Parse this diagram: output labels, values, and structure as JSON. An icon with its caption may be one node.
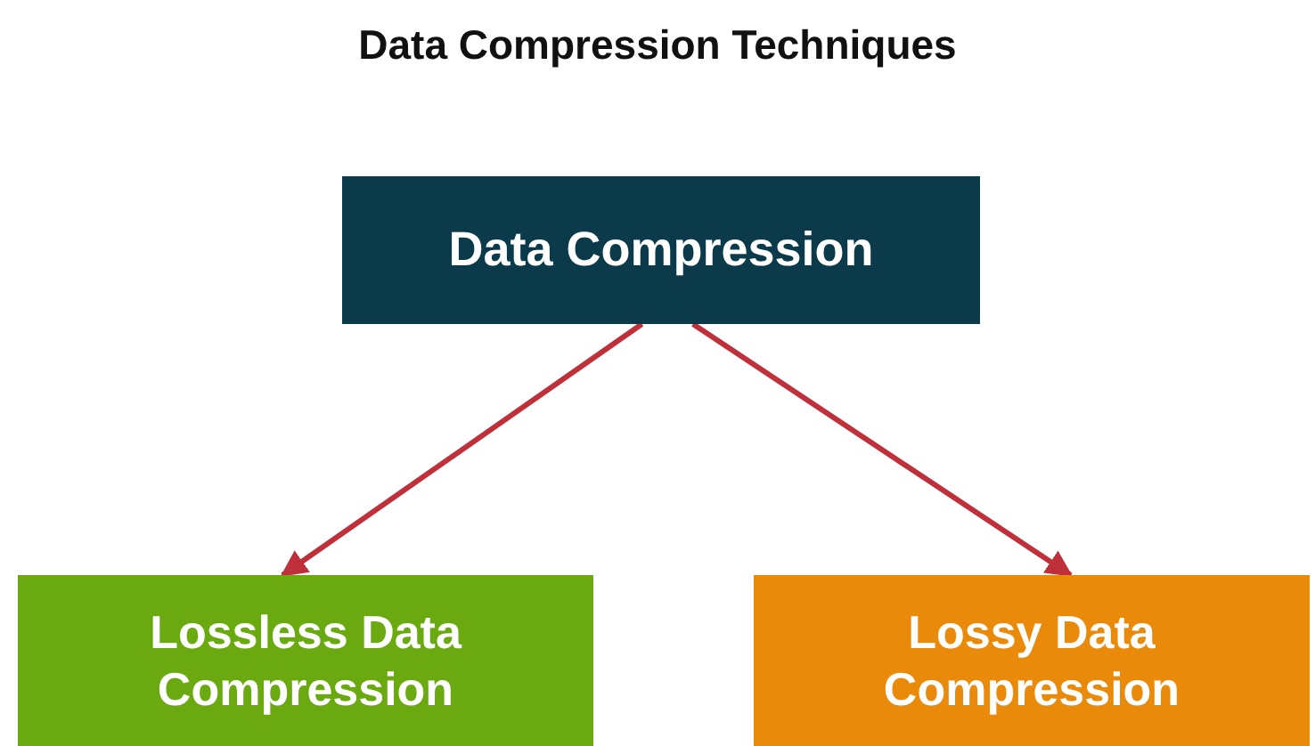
{
  "diagram": {
    "title": "Data Compression Techniques",
    "nodes": [
      {
        "text": [
          "Data Compression"
        ]
      },
      {
        "text": [
          "Lossless Data Compression"
        ]
      },
      {
        "text": [
          "Lossy Data Compression"
        ]
      }
    ],
    "edges": [
      {
        "from": 0,
        "to": 1,
        "arrow": "to"
      },
      {
        "from": 0,
        "to": 2,
        "arrow": "to"
      }
    ]
  }
}
